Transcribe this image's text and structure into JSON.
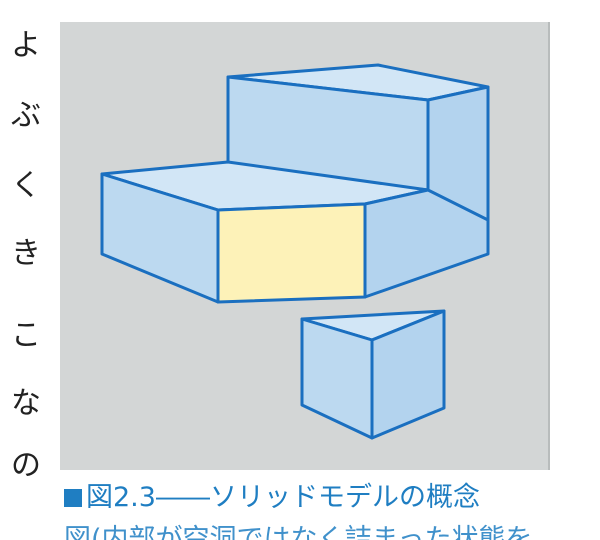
{
  "left_text": [
    "よ",
    "ぶ",
    "く",
    "き",
    "こ",
    "な",
    "の"
  ],
  "caption": {
    "line1": "図2.3――ソリッドモデルの概念",
    "line2": "図(内部が空洞ではなく詰まった状態を"
  },
  "colors": {
    "background": "#d3d6d6",
    "solid_face": "#bcd9f0",
    "solid_face_light": "#d2e6f6",
    "solid_edge": "#1a6fc0",
    "cut_face": "#fdf2b8",
    "caption_text": "#1f7ec2"
  }
}
